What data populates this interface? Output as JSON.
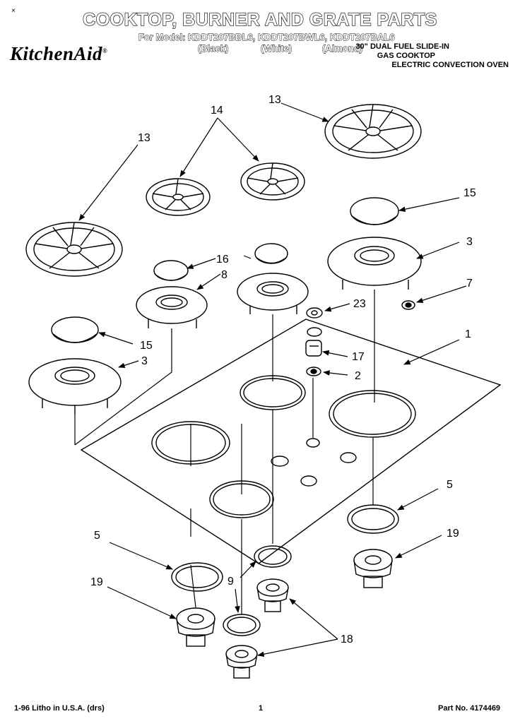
{
  "header": {
    "corner_mark": "×",
    "title": "COOKTOP, BURNER AND GRATE PARTS",
    "models_line": "For Model: KDDT207BBL6, KDDT207BWL6, KDDT207BAL6",
    "color_black": "(Black)",
    "color_white": "(White)",
    "color_almond": "(Almond)",
    "brand": "KitchenAid",
    "brand_mark": "®",
    "subtitle_line1": "30\" DUAL FUEL SLIDE-IN",
    "subtitle_line2": "GAS COOKTOP",
    "subtitle_line3": "ELECTRIC CONVECTION OVEN"
  },
  "callouts": {
    "c13a": "13",
    "c13b": "13",
    "c14": "14",
    "c15a": "15",
    "c15b": "15",
    "c16": "16",
    "c8": "8",
    "c3a": "3",
    "c3b": "3",
    "c7": "7",
    "c23": "23",
    "c1": "1",
    "c17": "17",
    "c2": "2",
    "c5a": "5",
    "c5b": "5",
    "c19a": "19",
    "c19b": "19",
    "c9": "9",
    "c18": "18"
  },
  "footer": {
    "litho": "1-96 Litho in U.S.A. (drs)",
    "page": "1",
    "part_no": "Part No. 4174469"
  }
}
